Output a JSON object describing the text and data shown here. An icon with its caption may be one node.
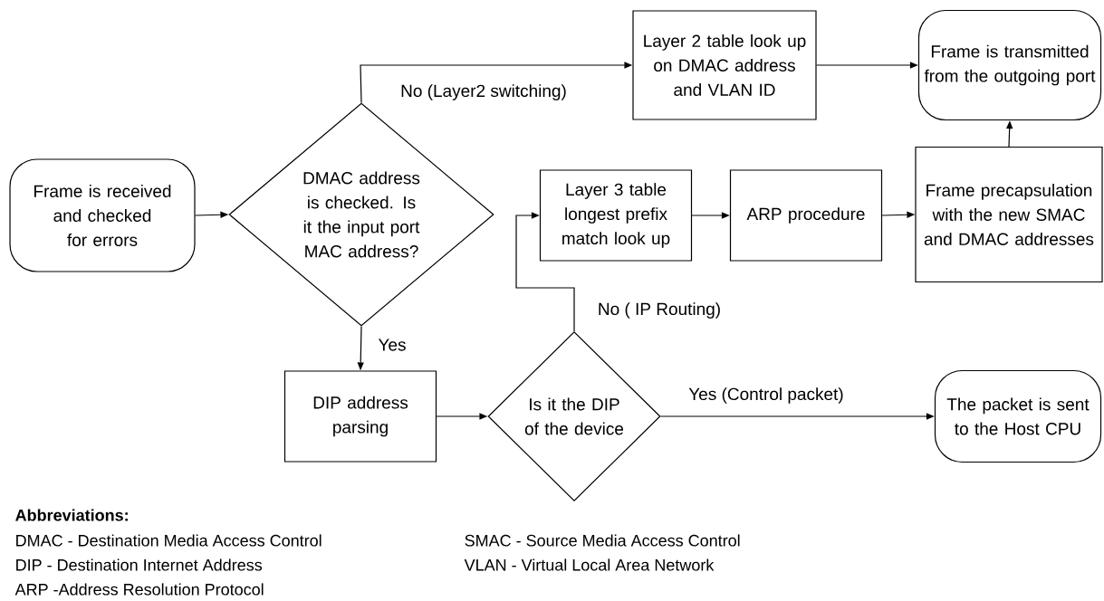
{
  "diagram": {
    "nodes": [
      {
        "text": [
          "Frame is received and checked for errors"
        ]
      },
      {
        "text": [
          "DMAC address is checked. Is it the input port MAC address?"
        ]
      },
      {
        "text": [
          "Layer 2 table look up on DMAC address and VLAN ID"
        ]
      },
      {
        "text": [
          "Frame is transmitted from the outgoing port"
        ]
      },
      {
        "text": [
          "Layer 3 table longest prefix match look up"
        ]
      },
      {
        "text": [
          "ARP procedure"
        ]
      },
      {
        "text": [
          "Frame precapsulation with the new SMAC and DMAC addresses"
        ]
      },
      {
        "text": [
          "DIP address parsing"
        ]
      },
      {
        "text": [
          "Is it the DIP of the device"
        ]
      },
      {
        "text": [
          "The packet is sent to the Host CPU"
        ]
      }
    ],
    "edges": [
      {
        "from": 0,
        "to": 1,
        "arrow": "to"
      },
      {
        "from": 1,
        "to": 2,
        "arrow": "to",
        "label": "No (Layer2 switching)"
      },
      {
        "from": 2,
        "to": 3,
        "arrow": "to"
      },
      {
        "from": 1,
        "to": 7,
        "arrow": "to",
        "label": "Yes"
      },
      {
        "from": 7,
        "to": 8,
        "arrow": "to"
      },
      {
        "from": 8,
        "to": 9,
        "arrow": "to",
        "label": "Yes (Control packet)"
      },
      {
        "from": 8,
        "to": 4,
        "arrow": "to",
        "label": "No ( IP Routing)"
      },
      {
        "from": 4,
        "to": 5,
        "arrow": "to"
      },
      {
        "from": 5,
        "to": 6,
        "arrow": "to"
      },
      {
        "from": 6,
        "to": 3,
        "arrow": "to"
      }
    ],
    "labels": [
      "Abbreviations:",
      "DMAC - Destination Media Access Control",
      "SMAC - Source Media Access Control",
      "DIP - Destination Internet Address",
      "VLAN - Virtual Local Area Network",
      "ARP -Address Resolution Protocol"
    ]
  }
}
